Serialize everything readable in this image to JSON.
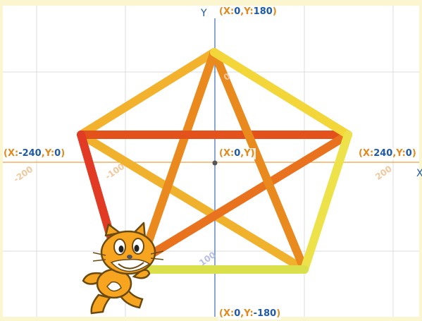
{
  "stage": {
    "axis_y_letter": "Y",
    "axis_x_letter": "X",
    "labels": {
      "top": {
        "k1": "X:",
        "v1": "0",
        "k2": "Y:",
        "v2": "180"
      },
      "bottom": {
        "k1": "X:",
        "v1": "0",
        "k2": "Y:",
        "v2": "-180"
      },
      "left": {
        "k1": "X:",
        "v1": "-240",
        "k2": "Y:",
        "v2": "0"
      },
      "right": {
        "k1": "X:",
        "v1": "240",
        "k2": "Y:",
        "v2": "0"
      },
      "center": {
        "k1": "X:",
        "v1": "0",
        "k2": "Y",
        "v2": ""
      }
    },
    "ticks": {
      "x_neg_200": "-200",
      "x_neg_100": "-100",
      "x_pos_200": "200",
      "y_neg_100": "100",
      "center_frag": "0"
    },
    "colors": {
      "background": "#fbf6d0",
      "grid": "#dcdcdc",
      "x_axis": "#f0a040",
      "y_axis": "#3b6cb7",
      "cat_body": "#f7a521",
      "cat_outline": "#6b4a10"
    }
  },
  "sprite": {
    "name": "cat-sprite"
  }
}
